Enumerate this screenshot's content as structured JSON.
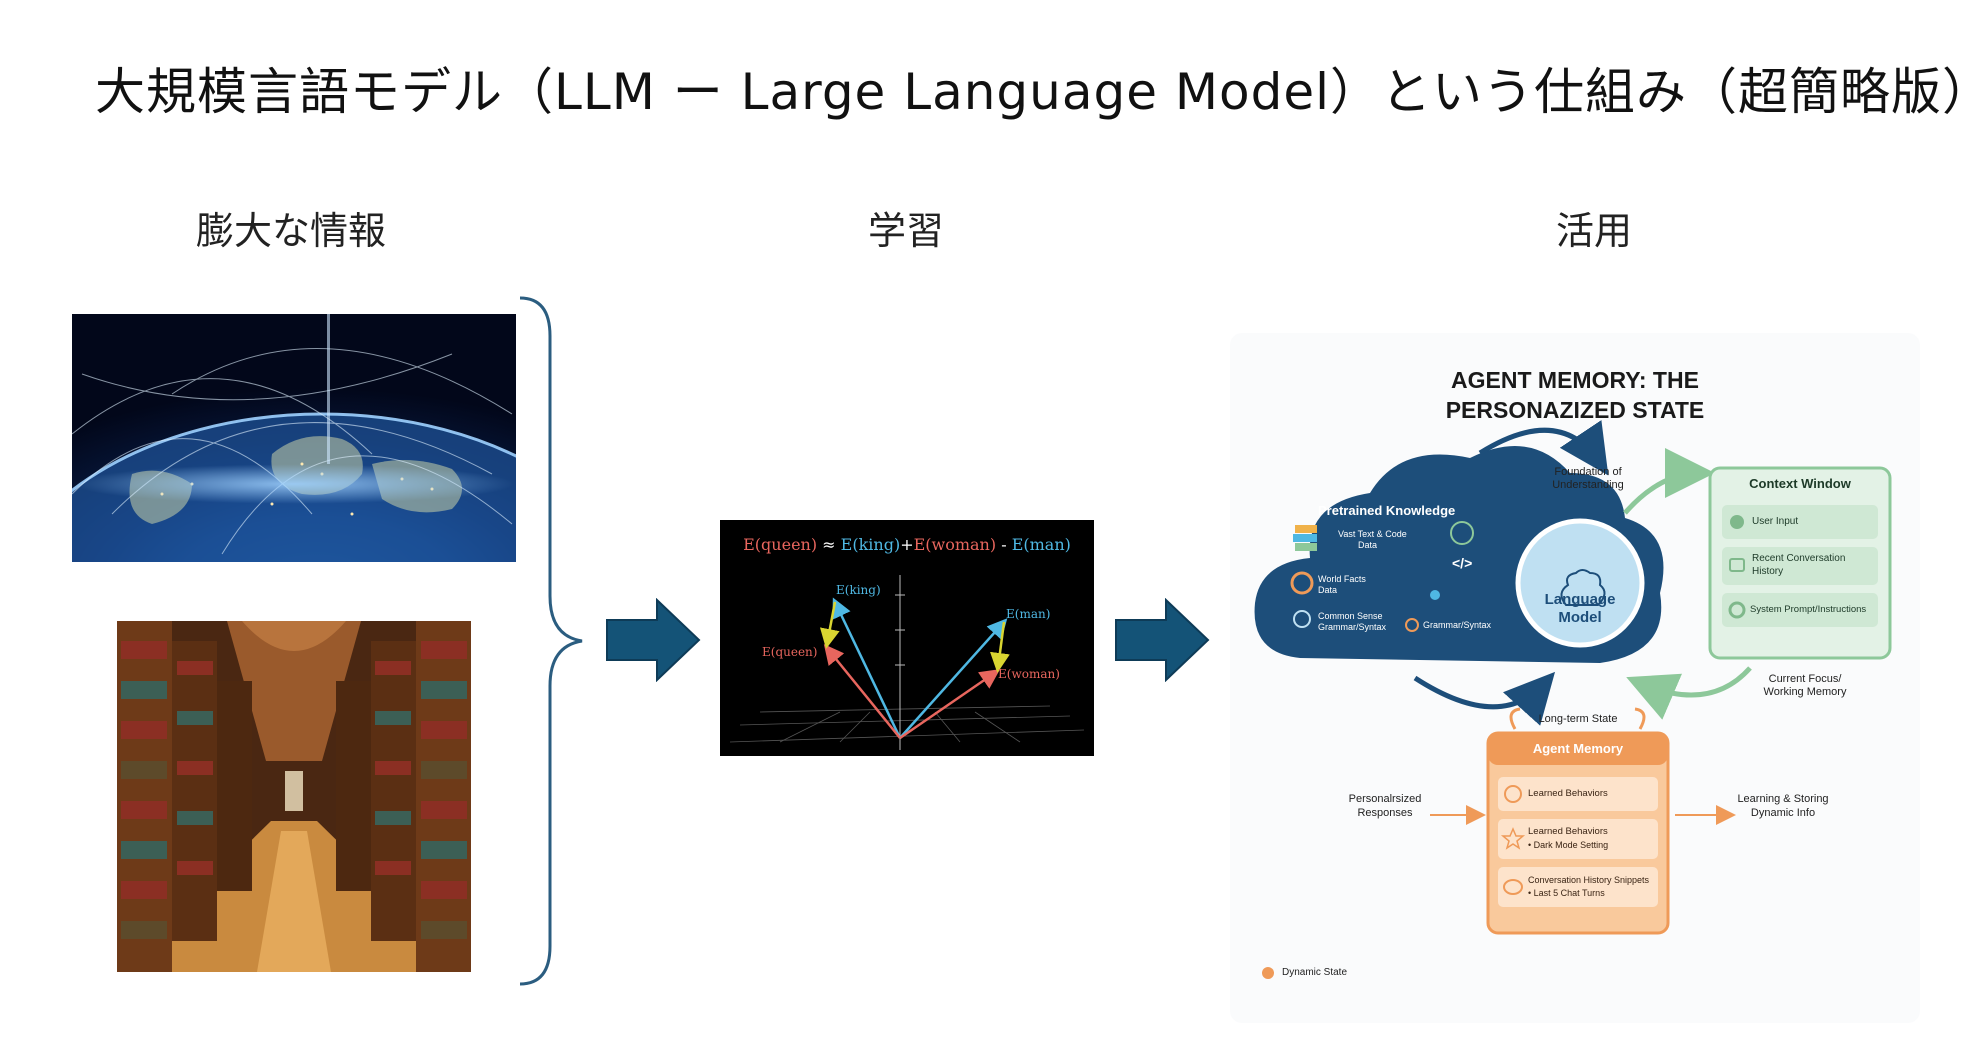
{
  "title": "大規模言語モデル（LLM ー Large Language Model）という仕組み（超簡略版）",
  "columns": {
    "info": "膨大な情報",
    "learning": "学習",
    "usage": "活用"
  },
  "vectors": {
    "equation": {
      "queen": "E(queen)",
      "approx": " ≈ ",
      "king": "E(king)",
      "plus": "+",
      "woman": "E(woman)",
      "minus": " - ",
      "man": "E(man)"
    },
    "labels": {
      "king": "E(king)",
      "queen": "E(queen)",
      "man": "E(man)",
      "woman": "E(woman)"
    },
    "colors": {
      "queen": "#e8665e",
      "king": "#4fb8e3",
      "woman": "#e8665e",
      "man": "#4fb8e3",
      "diff": "#d9d531"
    }
  },
  "memory": {
    "title_line1": "AGENT MEMORY: THE",
    "title_line2": "PERSONAZIZED STATE",
    "foundation_line1": "Foundation of",
    "foundation_line2": "Understanding",
    "pretrained": {
      "title": "Pretrained Knowledge",
      "item1_line1": "Vast Text & Code",
      "item1_line2": "Data",
      "code": "</>",
      "item2_line1": "World Facts",
      "item2_line2": "Data",
      "item3_line1": "Common Sense",
      "item3_line2": "Grammar/Syntax",
      "item4": "Grammar/Syntax"
    },
    "model_line1": "Language",
    "model_line2": "Model",
    "context": {
      "title": "Context Window",
      "item1": "User Input",
      "item2_line1": "Recent Conversation",
      "item2_line2": "History",
      "item3": "System Prompt/Instructions"
    },
    "focus_line1": "Current Focus/",
    "focus_line2": "Working Memory",
    "longterm": "Long-term State",
    "agent": {
      "title": "Agent Memory",
      "item1": "Learned Behaviors",
      "item2_line1": "Learned Behaviors",
      "item2_line2": "• Dark Mode Setting",
      "item3_line1": "Conversation History Snippets",
      "item3_line2": "• Last 5 Chat Turns"
    },
    "personal_line1": "Personalrsized",
    "personal_line2": "Responses",
    "learning_line1": "Learning & Storing",
    "learning_line2": "Dynamic Info",
    "legend": "Dynamic State",
    "colors": {
      "navy": "#1d4e7a",
      "green": "#8dc89a",
      "orange": "#ef9a58",
      "lightblue": "#bfe0f2"
    }
  }
}
